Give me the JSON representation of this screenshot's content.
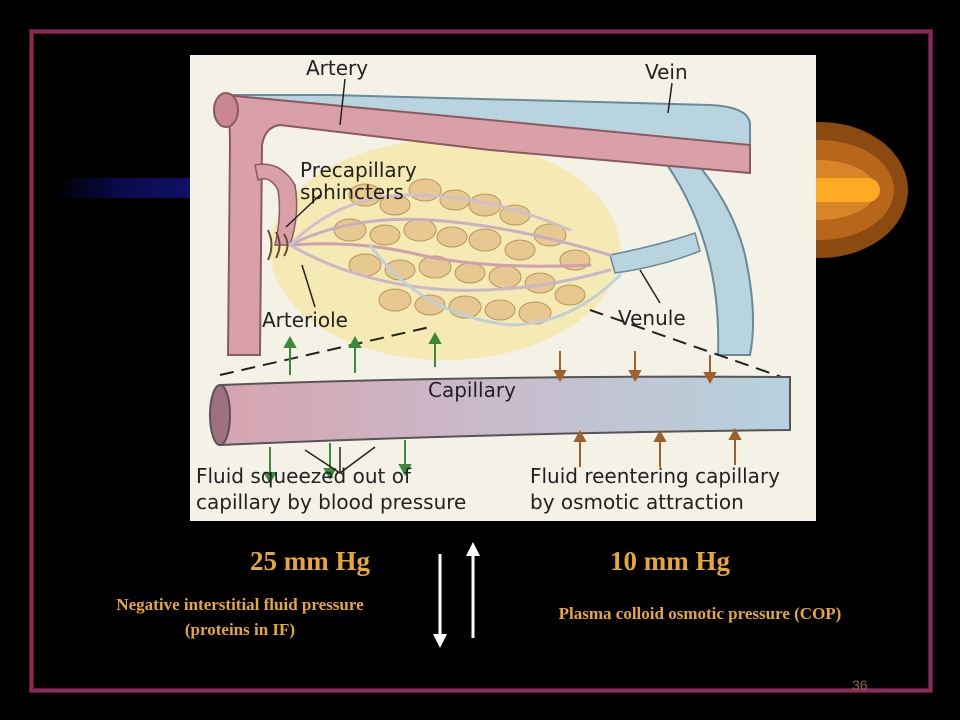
{
  "figure": {
    "labels": {
      "artery": "Artery",
      "vein": "Vein",
      "precapillary_line1": "Precapillary",
      "precapillary_line2": "sphincters",
      "arteriole": "Arteriole",
      "venule": "Venule",
      "capillary": "Capillary",
      "fluid_out_line1": "Fluid squeezed out of",
      "fluid_out_line2": "capillary by blood pressure",
      "fluid_in_line1": "Fluid reentering capillary",
      "fluid_in_line2": "by osmotic attraction"
    }
  },
  "pressures": {
    "left": {
      "value": "25 mm Hg",
      "caption_line1": "Negative interstitial fluid pressure",
      "caption_line2": "(proteins in IF)"
    },
    "right": {
      "value": "10 mm Hg",
      "caption": "Plasma colloid osmotic pressure (COP)"
    }
  },
  "slide_number": "36",
  "colors": {
    "background": "#000000",
    "frame": "#8a2a55",
    "accent_text": "#e8a830",
    "artery": "#d9a0a8",
    "vein": "#b8d4de",
    "tissue": "#e6c890",
    "arrow_green": "#3a8a3a",
    "arrow_brown": "#a0602a"
  },
  "icons": [
    "arrow-down-icon",
    "arrow-up-icon"
  ]
}
